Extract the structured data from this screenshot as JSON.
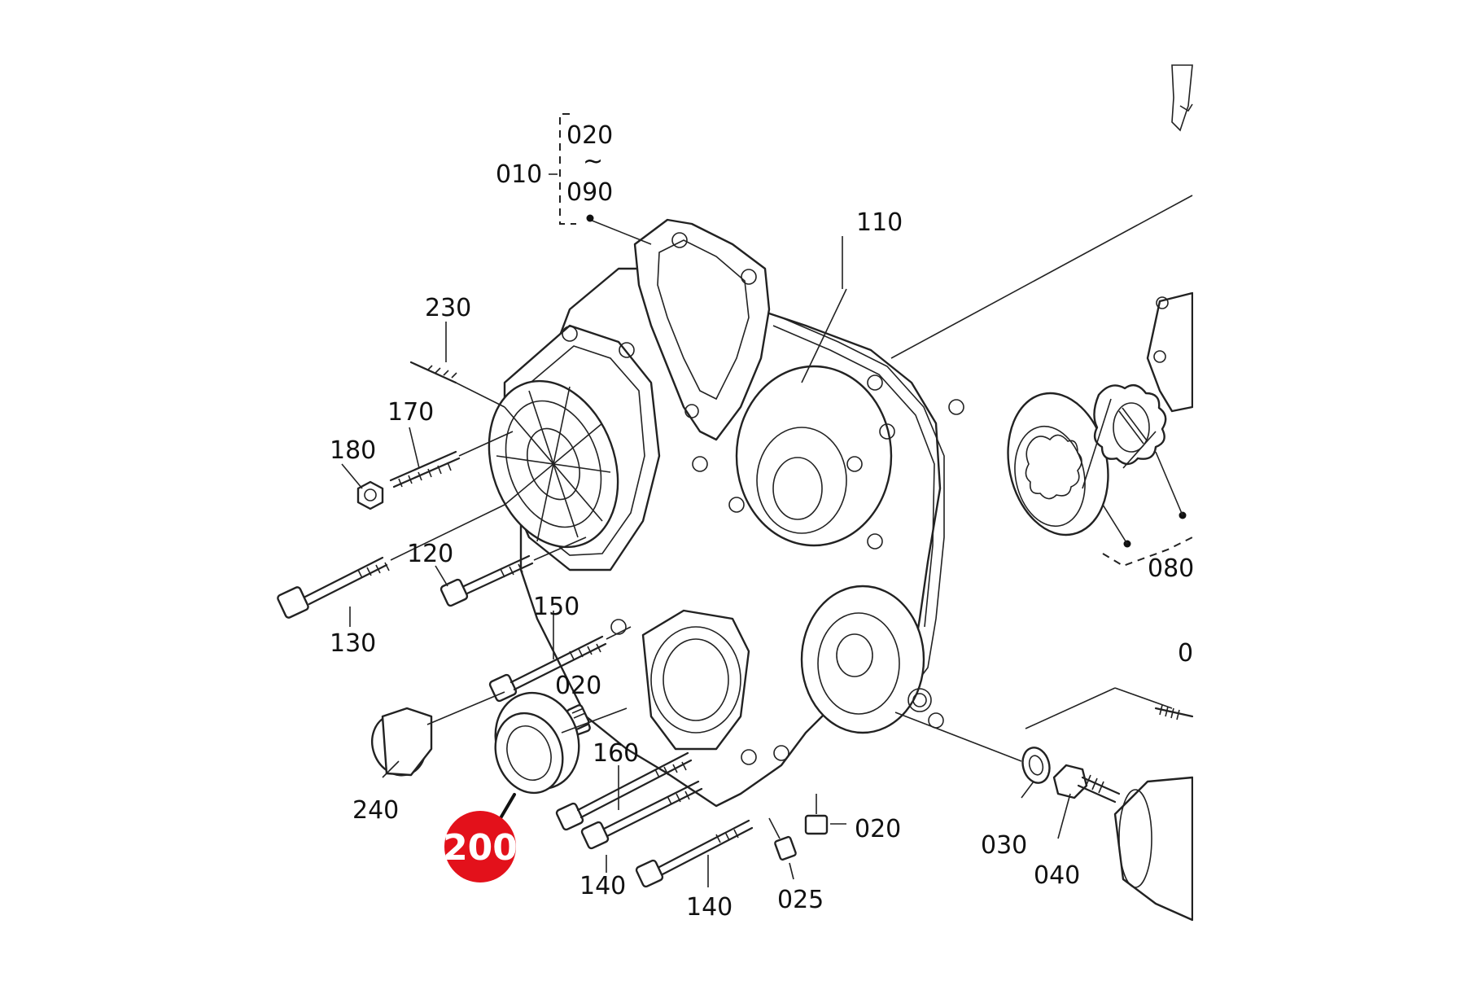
{
  "diagram": {
    "labels": {
      "l010": "010",
      "l020a": "020",
      "l090": "090",
      "tilde": "~",
      "l110": "110",
      "l230": "230",
      "l170": "170",
      "l180": "180",
      "l120": "120",
      "l130": "130",
      "l150": "150",
      "l020b": "020",
      "l240": "240",
      "l160": "160",
      "l140a": "140",
      "l140b": "140",
      "l025": "025",
      "l020c": "020",
      "l030": "030",
      "l040": "040",
      "l080": "080",
      "l0edge": "0"
    },
    "highlight": {
      "label": "200",
      "color": "#e3111b",
      "text_color": "#ffffff"
    },
    "line_color": "#222222"
  }
}
